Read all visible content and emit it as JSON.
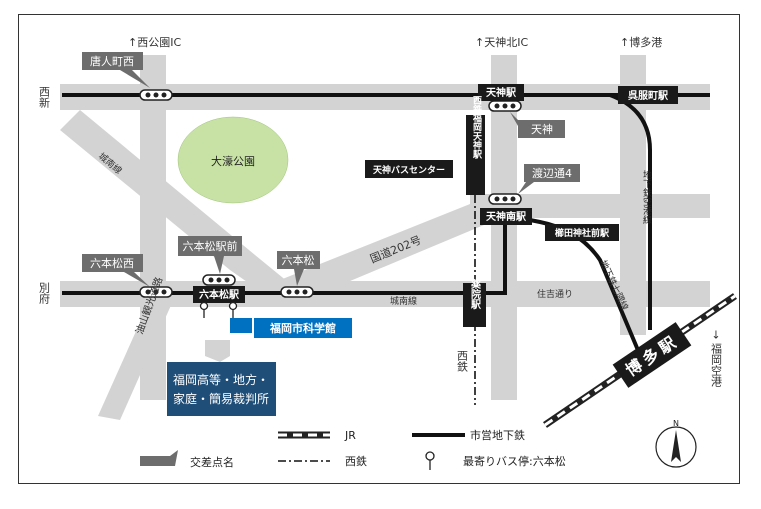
{
  "colors": {
    "road": "#d3d3d3",
    "park": "#c8e2a6",
    "label_dark": "#1a1a1a",
    "label_gray": "#666666",
    "museum_blue": "#0070c0",
    "court_navy": "#1f4e79"
  },
  "directions": {
    "nishi_koen_ic": "↑西公園IC",
    "tenjin_kita_ic": "↑天神北IC",
    "hakata_port": "↑博多港",
    "fukuoka_airport": "→ 福岡空港"
  },
  "roads": {
    "nishi_shin": "西新",
    "befu": "別府",
    "jonan_sen_upper": "城南線",
    "jonan_sen_lower": "城南線",
    "kokudo_202": "国道202号",
    "sumiyoshi_dori": "住吉通り",
    "aburayama": "油山観光道路",
    "chikatetsu_nanakuma": "地下鉄七隈線",
    "chikatetsu_kuko": "地下鉄空港線",
    "nishitetsu_line": "西鉄"
  },
  "park": {
    "name": "大濠公園"
  },
  "intersections": {
    "tojinmachi_nishi": "唐人町西",
    "tenjin": "天神",
    "watanabe_dori_4": "渡辺通4",
    "ropponmatsu_nishi": "六本松西",
    "ropponmatsu_ekimae": "六本松駅前",
    "ropponmatsu": "六本松"
  },
  "stations": {
    "tenjin_eki": "天神駅",
    "gofukumachi_eki": "呉服町駅",
    "nishitetsu_fukuoka_tenjin": "西鉄福岡天神駅",
    "tenjin_bus_center": "天神バスセンター",
    "tenjin_minami_eki": "天神南駅",
    "kushida_jinja_mae_eki": "櫛田神社前駅",
    "ropponmatsu_eki": "六本松駅",
    "yakuin_eki": "薬院駅",
    "hakata_eki": "博多駅"
  },
  "landmarks": {
    "science_museum": "福岡市科学館",
    "court_line1": "福岡高等・地方・",
    "court_line2": "家庭・簡易裁判所"
  },
  "legend": {
    "jr": "JR",
    "subway": "市営地下鉄",
    "intersection": "交差点名",
    "nishitetsu": "西鉄",
    "bus_stop": "最寄りバス停:六本松"
  },
  "compass": {
    "north": "N"
  }
}
